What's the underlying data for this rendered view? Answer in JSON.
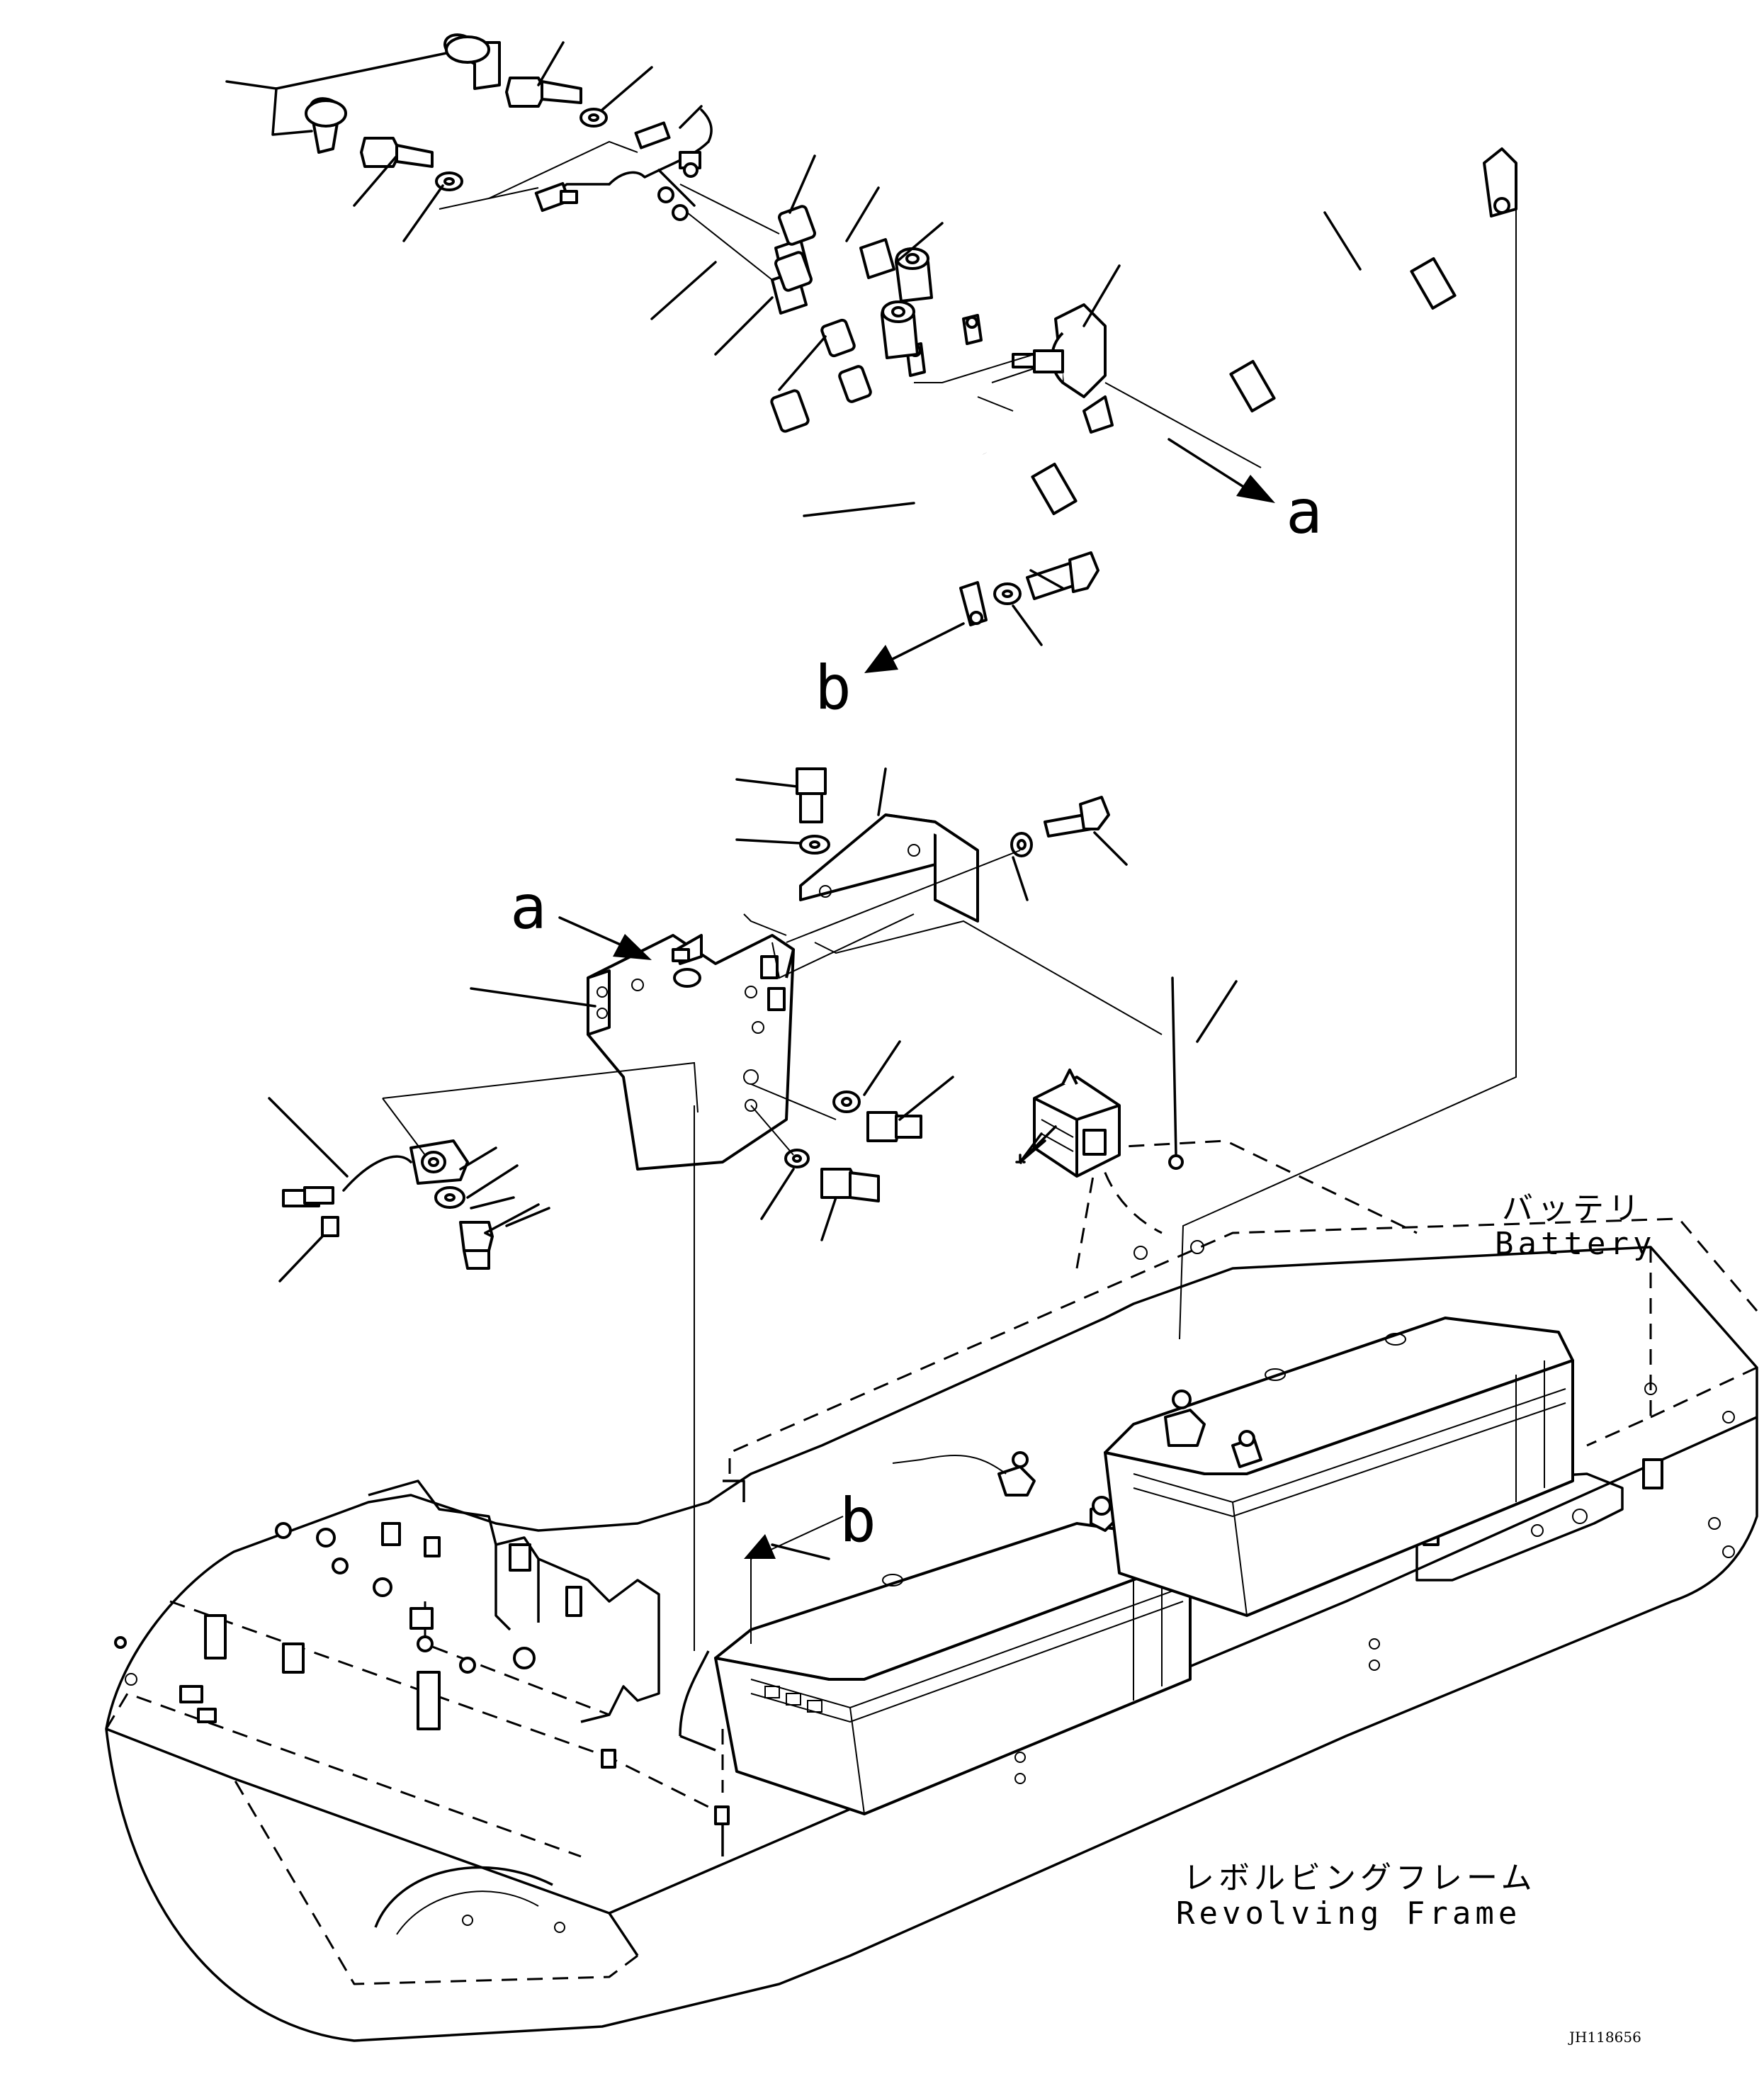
{
  "labels": {
    "battery_jp": "バッテリ",
    "battery_en": "Battery",
    "frame_jp": "レボルビングフレーム",
    "frame_en": "Revolving Frame",
    "ref_a": "a",
    "ref_b": "b",
    "drawing_code": "JH118656"
  }
}
